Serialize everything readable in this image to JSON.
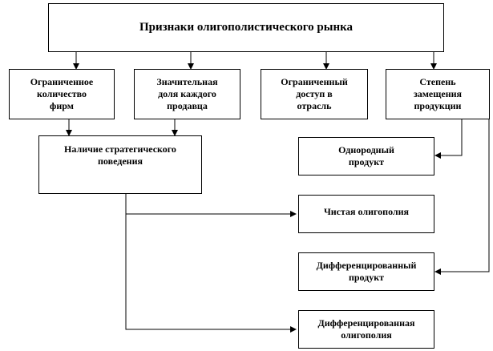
{
  "diagram": {
    "title": "Признаки олигополистического рынка",
    "features": {
      "limited_firms": "Ограниченное\nколичество\nфирм",
      "significant_share": "Значительная\nдоля каждого\nпродавца",
      "limited_access": "Ограниченный\nдоступ в\nотрасль",
      "substitution_degree": "Степень\nзамещения\nпродукции"
    },
    "strategic_behavior": "Наличие стратегического\nповедения",
    "outcomes": {
      "homogeneous_product": "Однородный\nпродукт",
      "pure_oligopoly": "Чистая олигополия",
      "differentiated_product": "Дифференцированный\nпродукт",
      "differentiated_oligopoly": "Дифференцированная\nолигополия"
    }
  }
}
